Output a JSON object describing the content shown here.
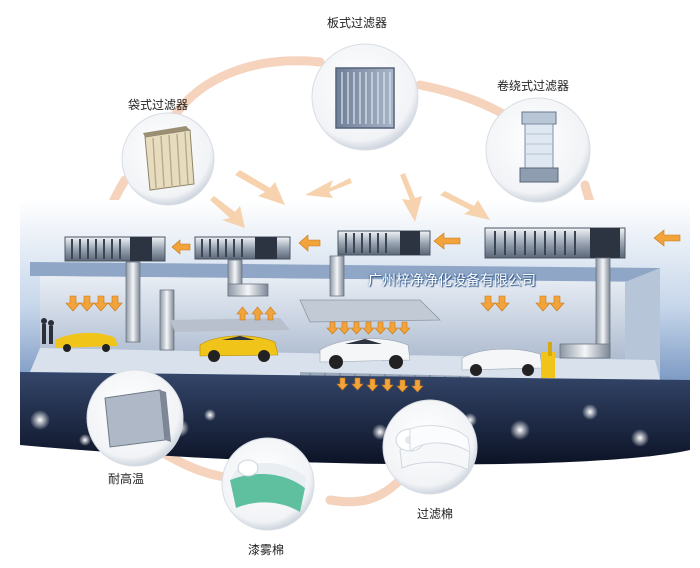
{
  "filters": {
    "plate": "板式过滤器",
    "roll": "卷绕式过滤器",
    "bag": "袋式过滤器",
    "heat_resistant": "耐高温",
    "paint_mist": "漆雾棉",
    "filter_cotton": "过滤棉"
  },
  "watermark": "广州梓净净化设备有限公司",
  "colors": {
    "arrow_orange": "#f2a33a",
    "loop_arrow": "#f4c7a8",
    "booth_blue": "#5a7fae",
    "duct_silver": "#b8c1cc",
    "car_yellow": "#f0c419"
  }
}
